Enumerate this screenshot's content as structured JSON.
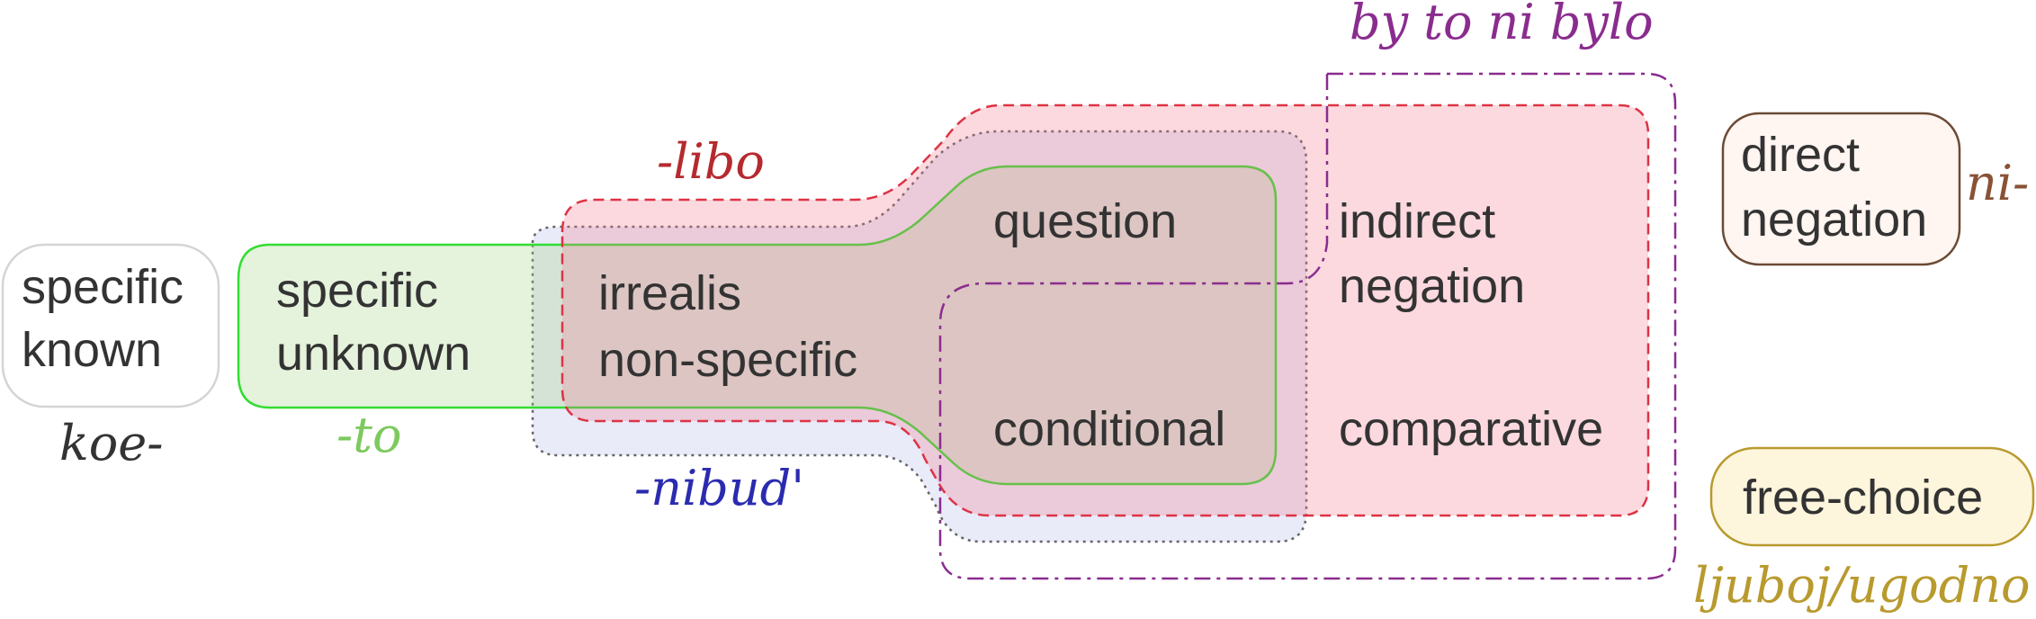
{
  "functions": {
    "specific_known": [
      "specific",
      "known"
    ],
    "specific_unknown": [
      "specific",
      "unknown"
    ],
    "irrealis_non_specific": [
      "irrealis",
      "non-specific"
    ],
    "question": [
      "question"
    ],
    "conditional": [
      "conditional"
    ],
    "indirect_negation": [
      "indirect",
      "negation"
    ],
    "comparative": [
      "comparative"
    ],
    "direct_negation": [
      "direct",
      "negation"
    ],
    "free_choice": [
      "free-choice"
    ]
  },
  "series_labels": {
    "koe": "koe-",
    "to": "-to",
    "libo": "-libo",
    "nibud": "-nibud'",
    "by_to_ni_bylo": "by to ni bylo",
    "ni": "ni-",
    "ljuboj_ugodno": "ljuboj/ugodno"
  },
  "colors": {
    "koe": "#333333",
    "to": "#7dc95e",
    "libo": "#b52a2f",
    "nibud": "#2b2bb0",
    "by_to_ni_bylo": "#8a2c8e",
    "ni": "#8a5235",
    "ljuboj_ugodno": "#b89a2e"
  }
}
